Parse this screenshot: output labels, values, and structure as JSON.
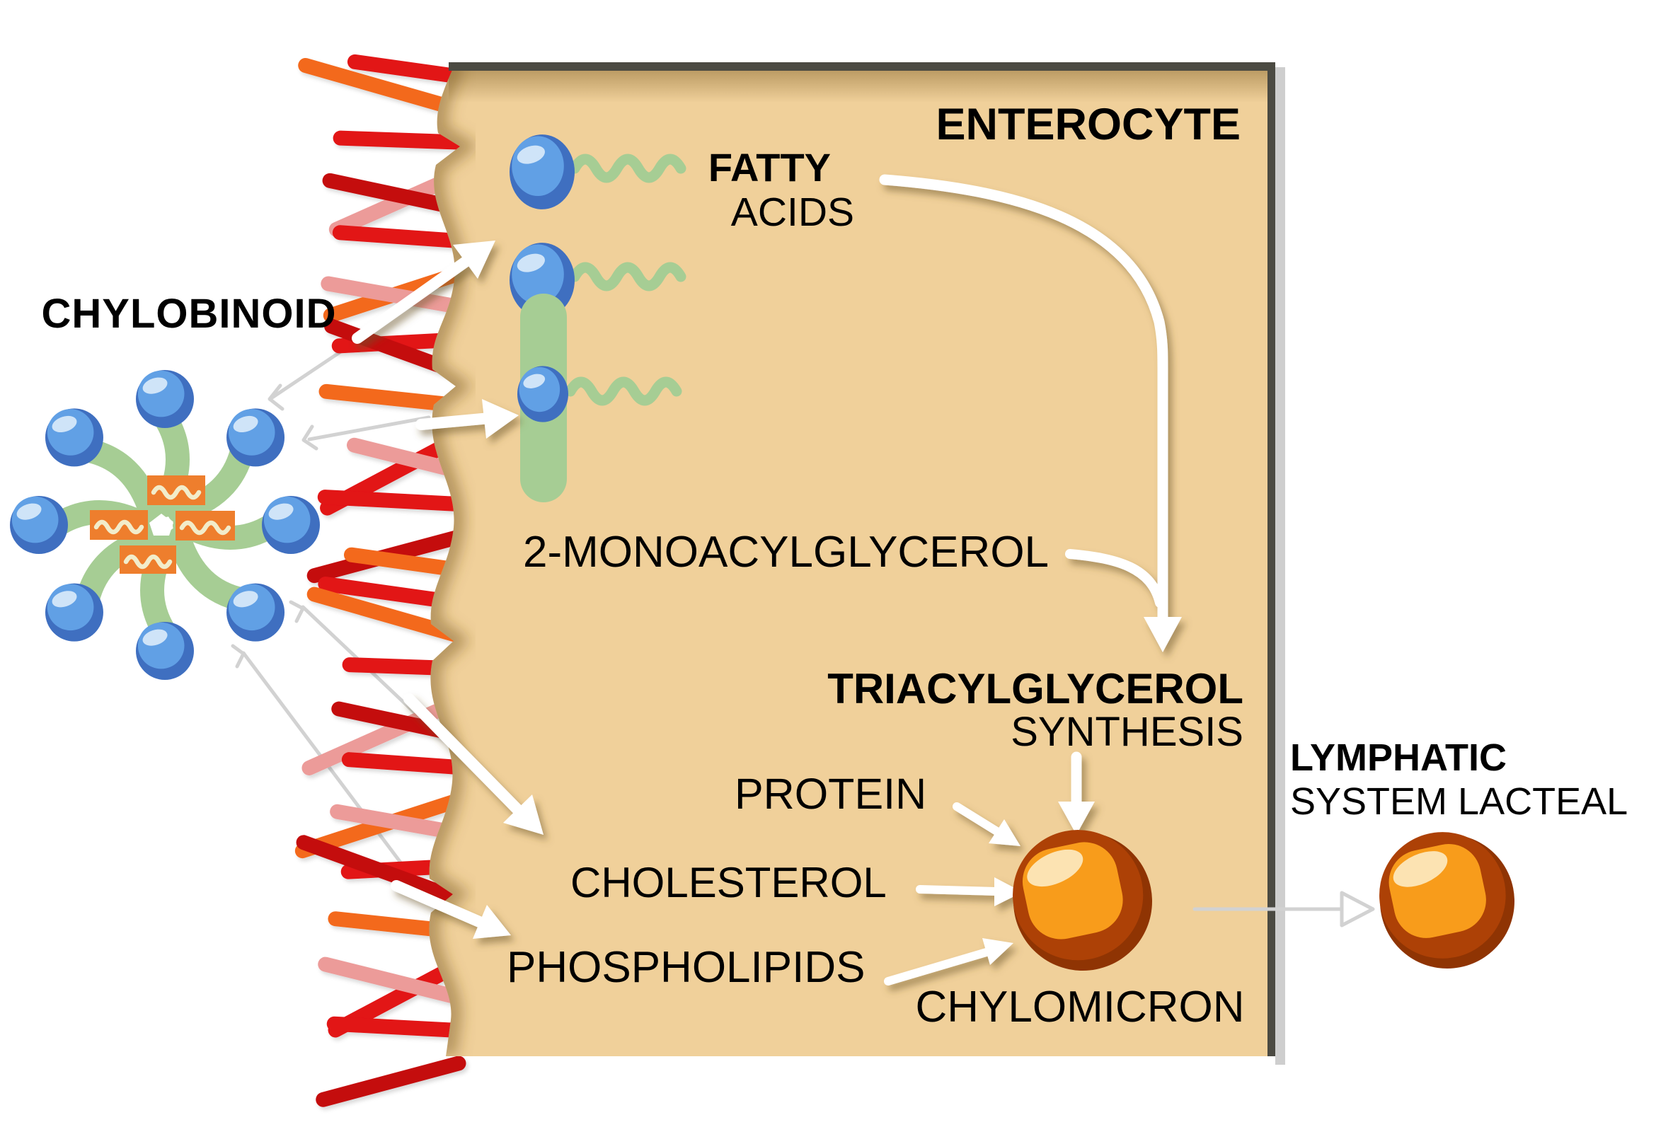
{
  "labels": {
    "micelle": "CHYLOBINOID",
    "cell": "ENTEROCYTE",
    "fatty_line1": "FATTY",
    "fatty_line2": "ACIDS",
    "monoacylglycerol": "2-MONOACYLGLYCEROL",
    "triacylglycerol_line1": "TRIACYLGLYCEROL",
    "triacylglycerol_line2": "SYNTHESIS",
    "protein": "PROTEIN",
    "cholesterol": "CHOLESTEROL",
    "phospholipids": "PHOSPHOLIPIDS",
    "chylomicron": "CHYLOMICRON",
    "lymphatic_line1": "LYMPHATIC",
    "lymphatic_line2": "SYSTEM LACTEAL"
  },
  "colors": {
    "text": "#000000",
    "cell_fill": "#f0d09a",
    "cell_border": "#4b4a42",
    "cell_outer_shadow": "#c9c9c9",
    "edge_shadow": "#7a5a20",
    "green": "#a6cd94",
    "sphere_blue_dark": "#3f6fc0",
    "sphere_blue_mid": "#61a0e5",
    "sphere_blue_highlight": "#cfe4f8",
    "lipid_orange": "#ee7e2d",
    "lipid_wave_cream": "#f2ecca",
    "chylomicron_dark": "#8f3403",
    "chylomicron_ring": "#ad4106",
    "chylomicron_core": "#f89c1b",
    "chylomicron_highlight": "#fce3b2",
    "arrow_white": "#ffffff",
    "leader_gray": "#d2d2d2",
    "microvilli": [
      "#e21216",
      "#f3691d",
      "#c40d11",
      "#ec9b99"
    ]
  }
}
